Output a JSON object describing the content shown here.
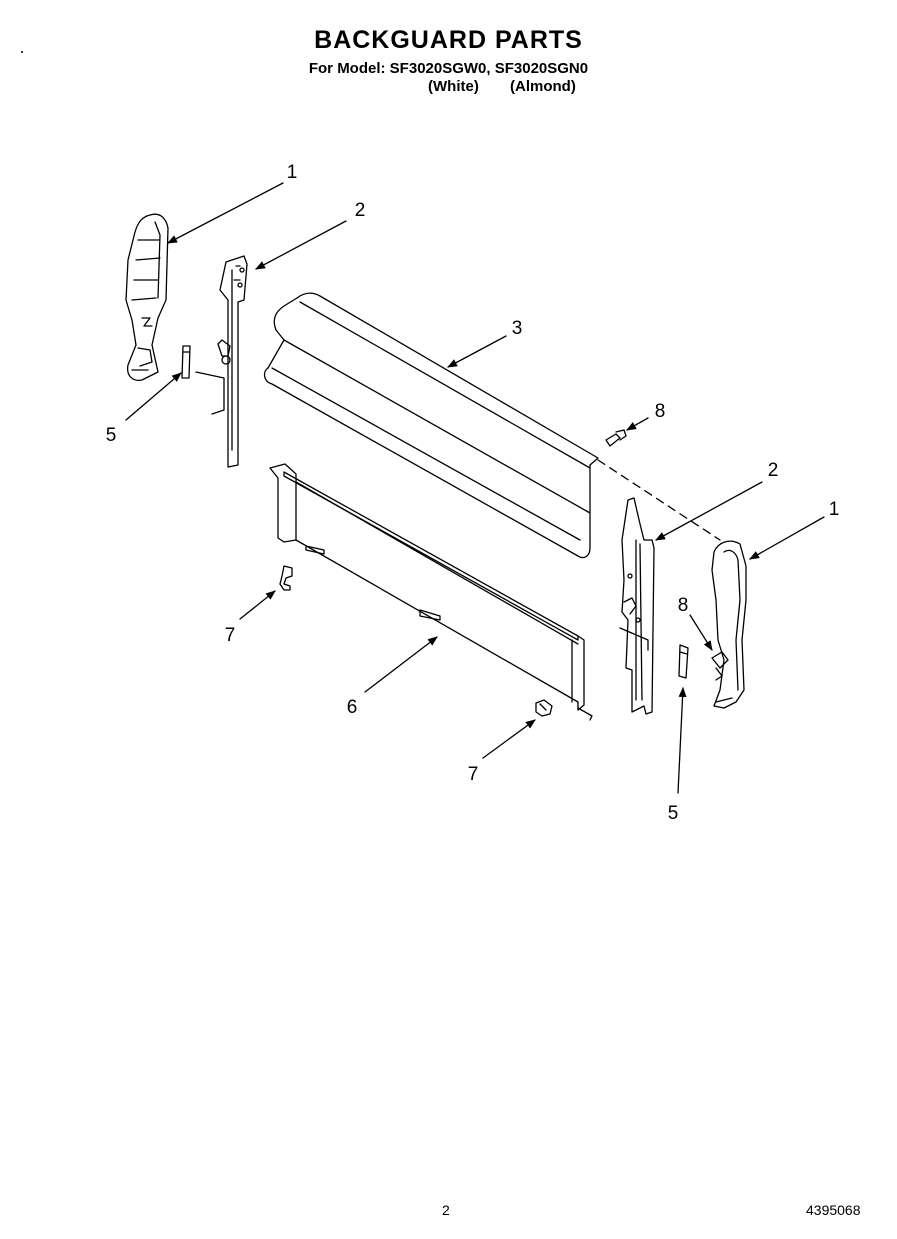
{
  "header": {
    "title": "BACKGUARD PARTS",
    "model_line": "For Model: SF3020SGW0, SF3020SGN0",
    "color_white": "(White)",
    "color_almond": "(Almond)"
  },
  "callouts": [
    "1",
    "2",
    "3",
    "8",
    "5",
    "2",
    "1",
    "7",
    "8",
    "6",
    "7",
    "5"
  ],
  "footer": {
    "page_number": "2",
    "part_number": "4395068"
  }
}
